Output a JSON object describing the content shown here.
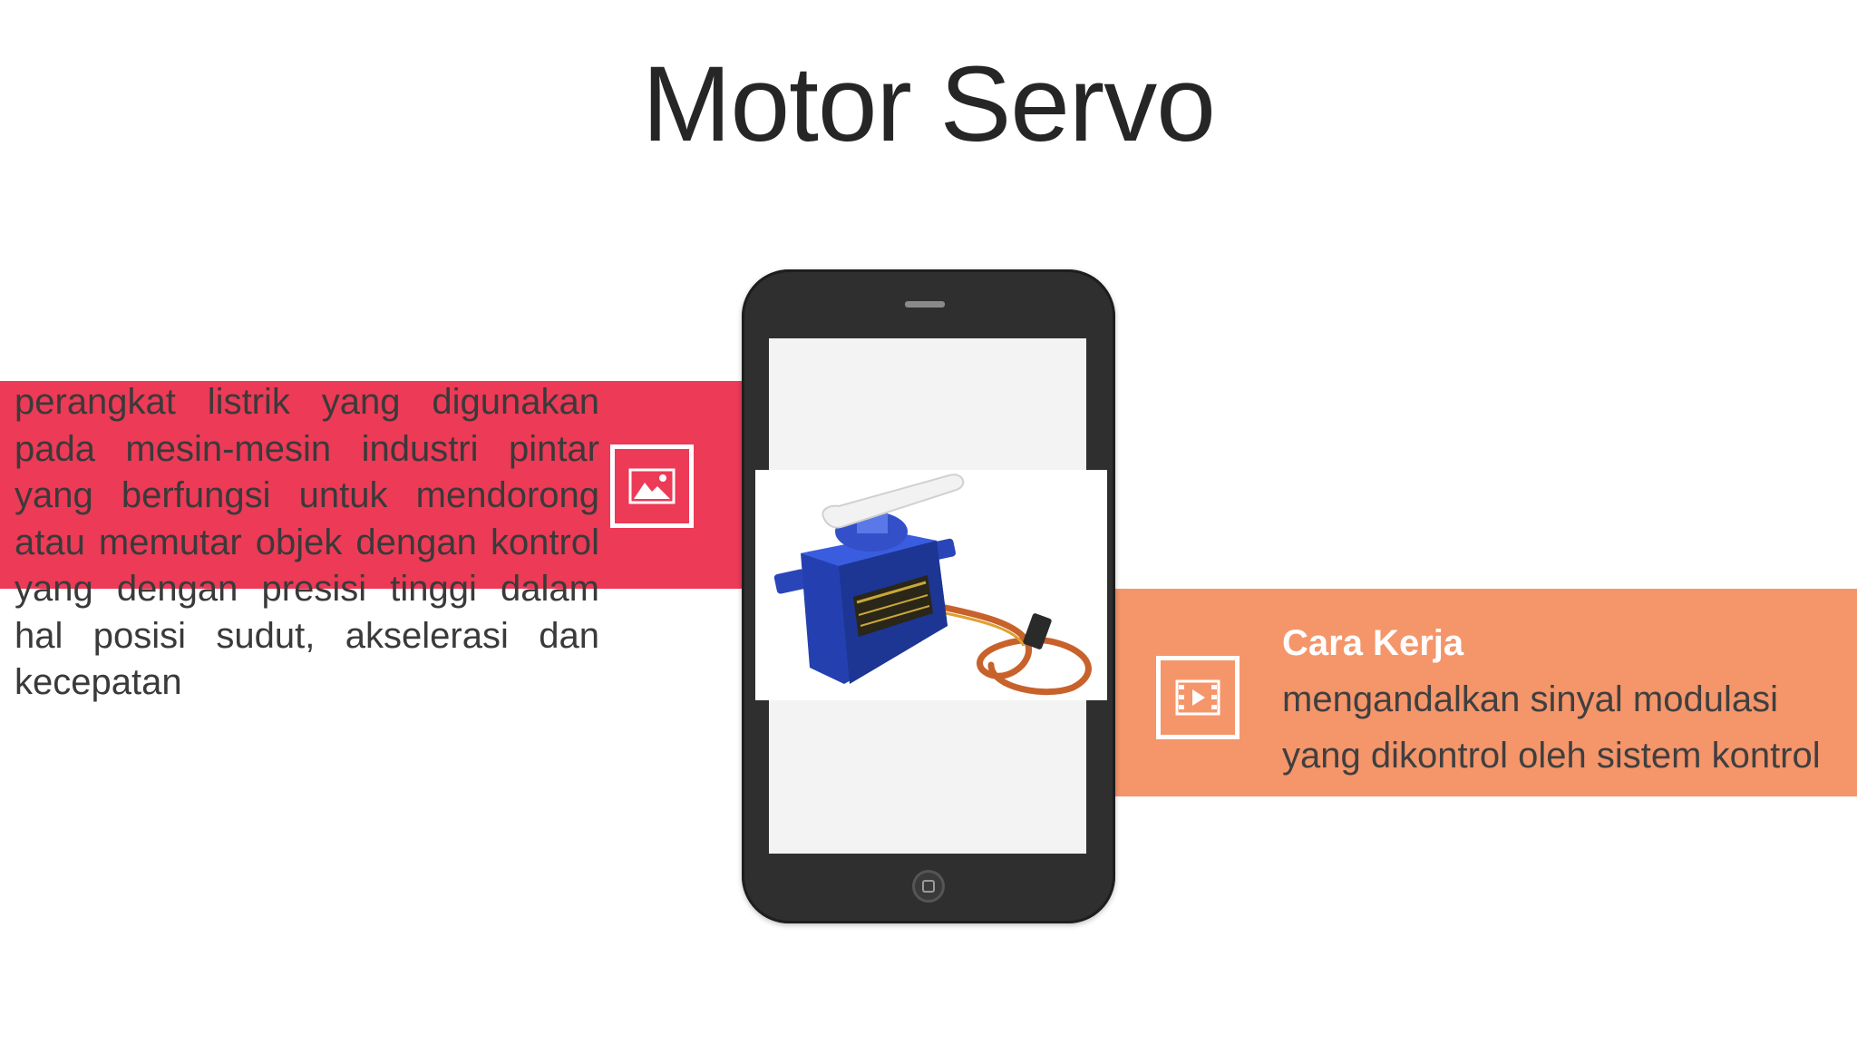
{
  "slide": {
    "title": "Motor Servo",
    "description": "perangkat listrik yang digunakan pada mesin-mesin industri pintar yang berfungsi untuk mendorong atau memutar objek dengan kontrol yang dengan presisi tinggi dalam hal posisi sudut, akselerasi dan kecepatan",
    "cara_kerja": {
      "heading": "Cara Kerja",
      "line1": "mengandalkan sinyal modulasi",
      "line2": "yang dikontrol oleh sistem kontrol"
    }
  },
  "colors": {
    "left_band": "#ec3a57",
    "right_band": "#f5956a",
    "title": "#262626",
    "phone_body": "#2f2f2f"
  },
  "icons": {
    "left": "image-icon",
    "right": "video-icon"
  }
}
